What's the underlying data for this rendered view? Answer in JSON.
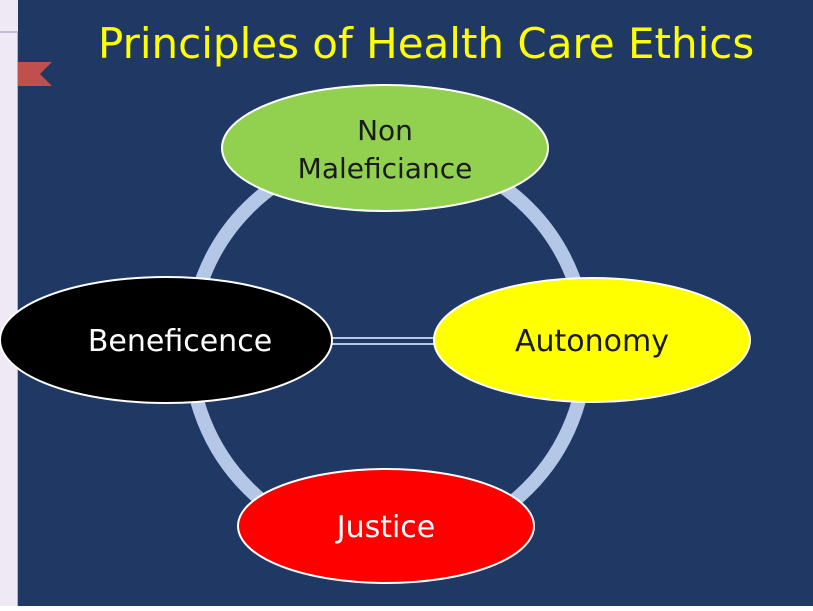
{
  "title": "Principles of Health Care Ethics",
  "nodes": {
    "non_maleficence": {
      "line1": "Non",
      "line2": "Maleficiance",
      "color": "#92D050"
    },
    "beneficence": {
      "label": "Beneficence",
      "color": "#000000"
    },
    "autonomy": {
      "label": "Autonomy",
      "color": "#FFFF00"
    },
    "justice": {
      "label": "Justice",
      "color": "#FF0000"
    }
  },
  "colors": {
    "background": "#1F3864",
    "title": "#FFFF00",
    "ring": "#B4C7E7",
    "left_panel": "#EFE8F5",
    "ribbon": "#C0504D"
  }
}
